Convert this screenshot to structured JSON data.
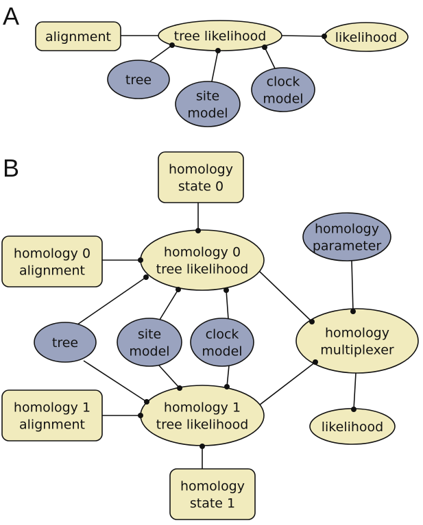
{
  "colors": {
    "data_fill": "#f1ebbd",
    "param_fill": "#9aa3bf",
    "stroke": "#111111"
  },
  "panels": {
    "A": {
      "label": "A",
      "nodes": {
        "alignment": [
          "alignment"
        ],
        "tree_likelihood": [
          "tree likelihood"
        ],
        "likelihood": [
          "likelihood"
        ],
        "tree": [
          "tree"
        ],
        "site_model": [
          "site",
          "model"
        ],
        "clock_model": [
          "clock",
          "model"
        ]
      }
    },
    "B": {
      "label": "B",
      "nodes": {
        "homology_state_0": [
          "homology",
          "state 0"
        ],
        "homology_0_alignment": [
          "homology 0",
          "alignment"
        ],
        "homology_0_tree_likelihood": [
          "homology 0",
          "tree likelihood"
        ],
        "homology_parameter": [
          "homology",
          "parameter"
        ],
        "tree": [
          "tree"
        ],
        "site_model": [
          "site",
          "model"
        ],
        "clock_model": [
          "clock",
          "model"
        ],
        "homology_multiplexer": [
          "homology",
          "multiplexer"
        ],
        "homology_1_alignment": [
          "homology 1",
          "alignment"
        ],
        "homology_1_tree_likelihood": [
          "homology 1",
          "tree likelihood"
        ],
        "likelihood": [
          "likelihood"
        ],
        "homology_state_1": [
          "homology",
          "state 1"
        ]
      }
    }
  }
}
